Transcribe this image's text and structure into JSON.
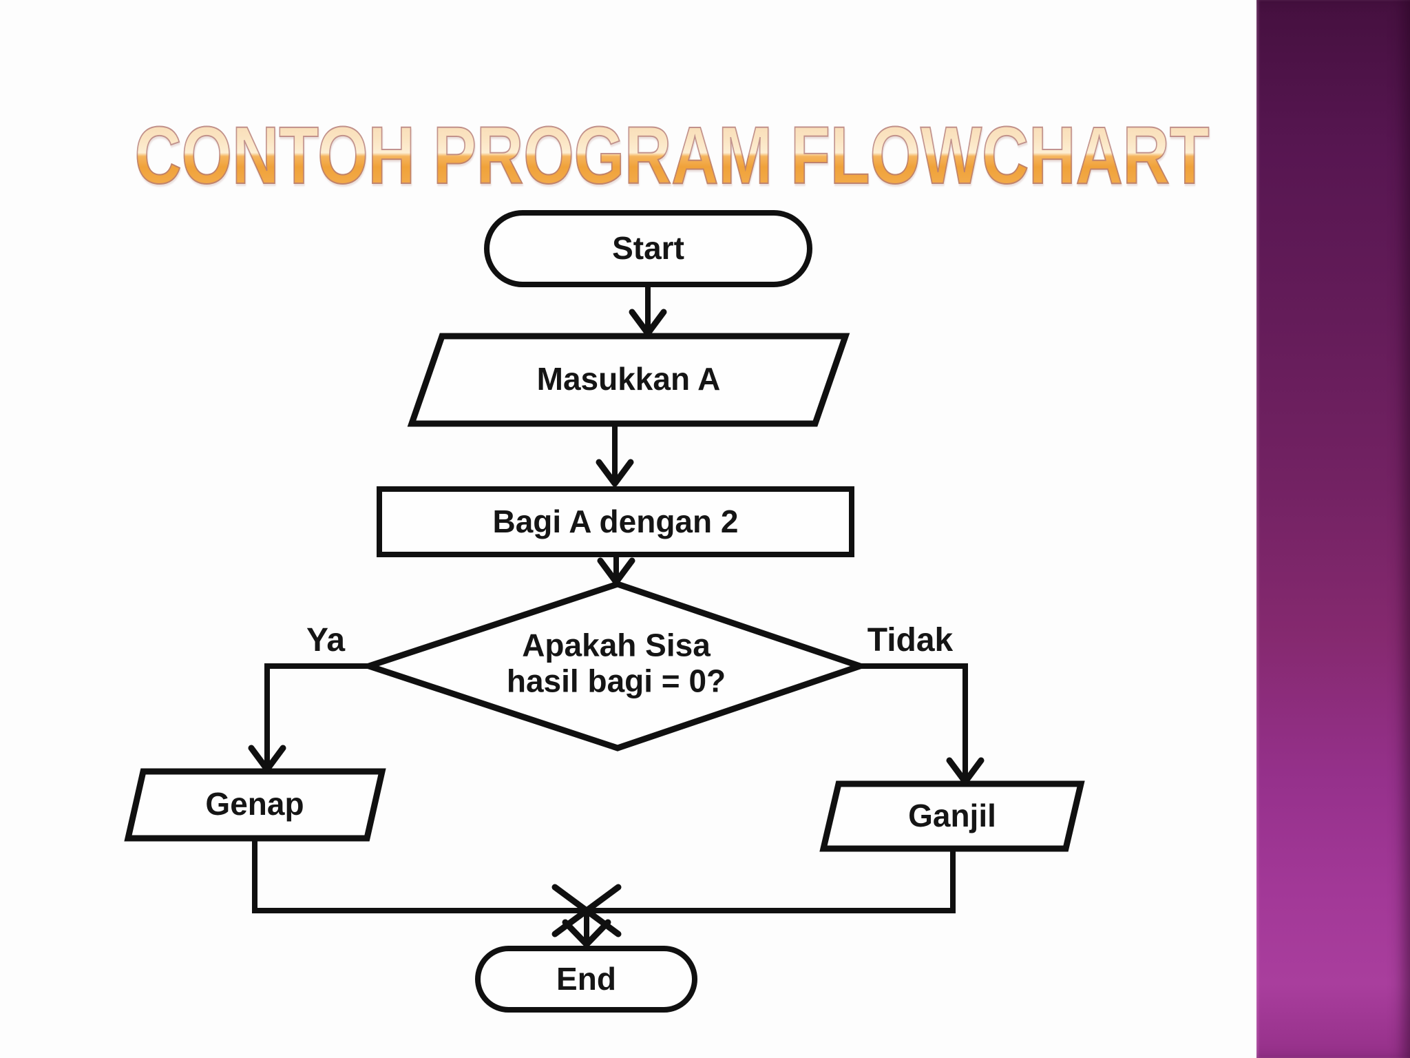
{
  "slide": {
    "title": "CONTOH PROGRAM FLOWCHART",
    "background_color": "#fdfdfd",
    "title_gradient_top": "#fae3c0",
    "title_gradient_bottom": "#f0a23a",
    "accent_bar_gradient_top": "#45103f",
    "accent_bar_gradient_bottom": "#a93e9d"
  },
  "flowchart": {
    "line_color": "#101010",
    "nodes": {
      "start": {
        "type": "terminator",
        "label": "Start"
      },
      "input": {
        "type": "input-parallelogram",
        "label": "Masukkan A"
      },
      "process": {
        "type": "process-rectangle",
        "label": "Bagi A dengan 2"
      },
      "decision": {
        "type": "decision-diamond",
        "label_line1": "Apakah Sisa",
        "label_line2": "hasil bagi = 0?"
      },
      "output_even": {
        "type": "output-parallelogram",
        "label": "Genap"
      },
      "output_odd": {
        "type": "output-parallelogram",
        "label": "Ganjil"
      },
      "end": {
        "type": "terminator",
        "label": "End"
      }
    },
    "edges": {
      "yes_label": "Ya",
      "no_label": "Tidak"
    }
  }
}
